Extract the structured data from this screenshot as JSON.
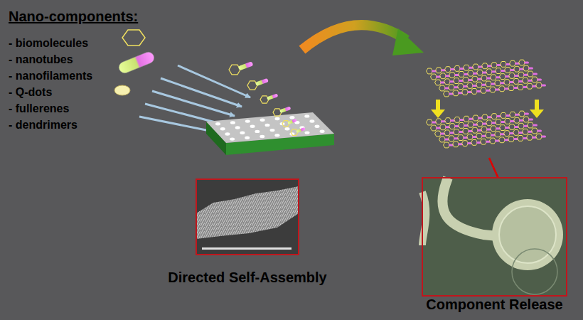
{
  "diagram": {
    "title": "Nano-components:",
    "nodes": [
      {
        "text": [
          "Directed Self-Assembly"
        ]
      },
      {
        "text": [
          "Component Release"
        ]
      }
    ],
    "labels": [
      "- biomolecules",
      "- nanotubes",
      "- nanofilaments",
      "- Q-dots",
      "- fullerenes",
      "- dendrimers"
    ]
  }
}
